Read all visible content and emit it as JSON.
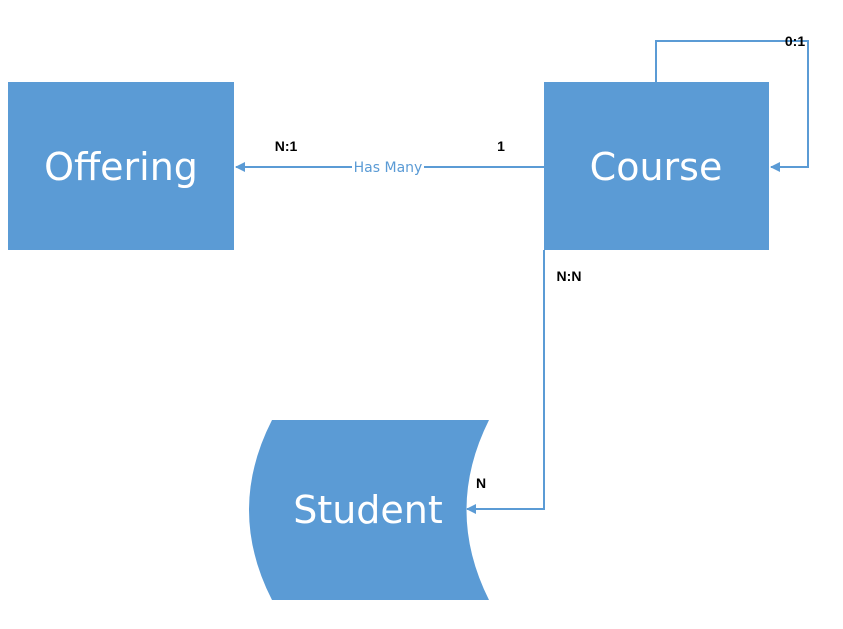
{
  "colors": {
    "entity_fill": "#5b9bd5",
    "connector": "#5b9bd5",
    "label_text": "#000000",
    "entity_text": "#ffffff"
  },
  "entities": {
    "offering": "Offering",
    "course": "Course",
    "student": "Student"
  },
  "relationships": {
    "course_offering": {
      "label": "Has Many",
      "offering_end": "N:1",
      "course_end": "1"
    },
    "course_self": {
      "cardinality": "0:1"
    },
    "course_student": {
      "course_end": "N:N",
      "student_end": "N"
    }
  }
}
